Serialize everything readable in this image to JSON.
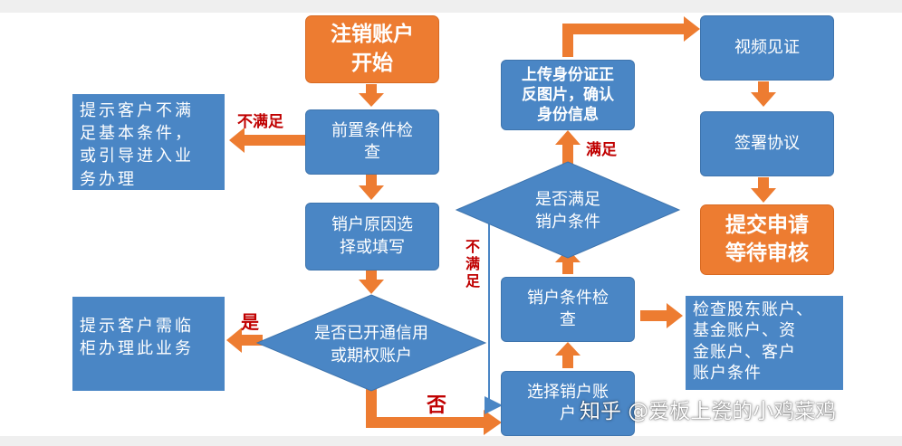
{
  "colors": {
    "primary_box": "#4a86c5",
    "emphasis_box": "#ed7c31",
    "arrow": "#ed7c31",
    "connector": "#4a86c5",
    "decision_label": "#c00000"
  },
  "nodes": {
    "start": "注销账户\n开始",
    "precondition": "前置条件检\n查",
    "reason": "销户原因选\n择或填写",
    "credit_check": "是否已开通信用\n或期权账户",
    "select_account": "选择销户账\n户",
    "account_condition": "销户条件检\n查",
    "meets_condition": "是否满足\n销户条件",
    "upload_id": "上传身份证正\n反图片，确认\n身份信息",
    "video": "视频见证",
    "sign": "签署协议",
    "submit": "提交申请\n等待审核"
  },
  "notes": {
    "not_met": "提示客户不满\n足基本条件，\n或引导进入业\n务办理",
    "counter": "提示客户需临\n柜办理此业务",
    "check_accounts": "检查股东账户、\n基金账户、资\n金账户、客户\n账户条件"
  },
  "edge_labels": {
    "not_met_top": "不满足",
    "yes": "是",
    "no": "否",
    "not_met_side": "不\n满\n足",
    "met": "满足"
  },
  "watermark": "知乎 @爱板上瓷的小鸡菜鸡"
}
